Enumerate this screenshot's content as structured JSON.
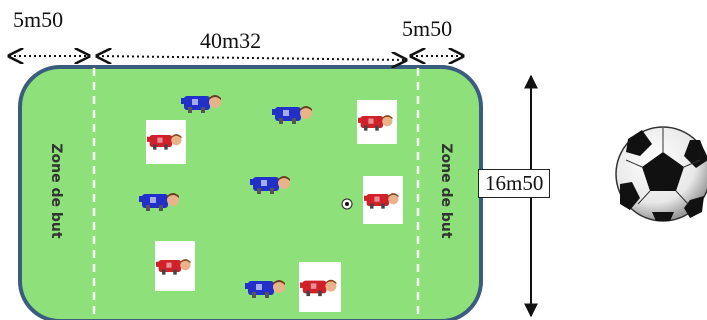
{
  "dimensions": {
    "left_zone_width": "5m50",
    "playing_length": "40m32",
    "right_zone_width": "5m50",
    "field_width": "16m50"
  },
  "zones": {
    "left_label": "Zone de but",
    "right_label": "Zone de but"
  },
  "colors": {
    "field": "#8ee07a",
    "border": "#3a5c7e",
    "blue_team": "#2030c8",
    "red_team": "#d0202a"
  },
  "icons": [
    "soccer-ball-icon",
    "player-icon"
  ]
}
